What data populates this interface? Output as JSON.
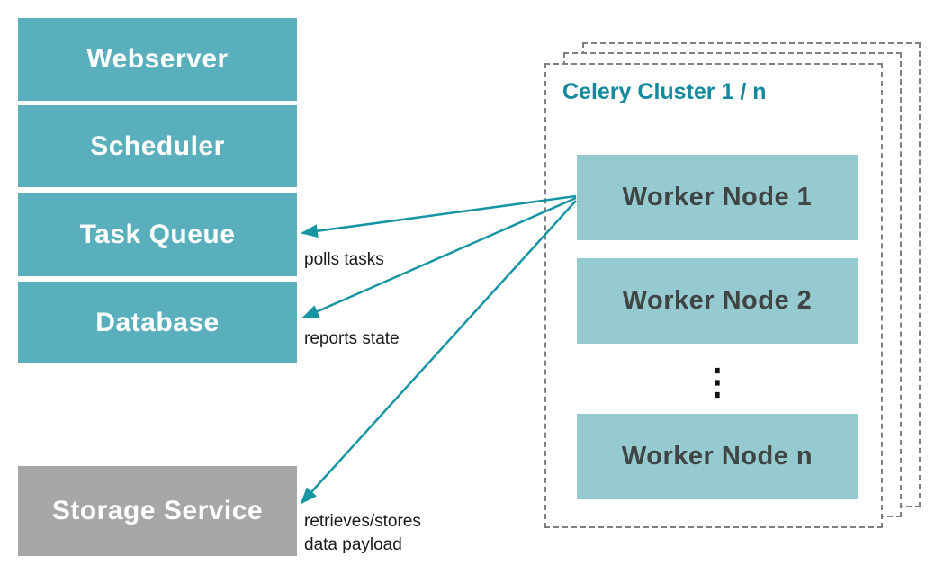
{
  "colors": {
    "primary_teal": "#5AAFBC",
    "worker_teal": "#96CAD1",
    "cluster_title_teal": "#13899D",
    "arrow_teal": "#1795A2",
    "storage_gray": "#A7A7A7",
    "dashed_border_gray": "#808080",
    "worker_text": "#3F4444",
    "box_text": "#FFFFFF",
    "edge_label_text": "#1A1A1A"
  },
  "left_column": {
    "boxes": [
      {
        "label": "Webserver"
      },
      {
        "label": "Scheduler"
      },
      {
        "label": "Task Queue"
      },
      {
        "label": "Database"
      }
    ]
  },
  "storage": {
    "label": "Storage Service"
  },
  "cluster": {
    "title": "Celery Cluster 1 / n",
    "workers": [
      {
        "label": "Worker Node 1"
      },
      {
        "label": "Worker Node 2"
      },
      {
        "label": "Worker Node n"
      }
    ],
    "ellipsis": "⋮"
  },
  "edges": [
    {
      "label": "polls tasks",
      "from": "Worker Node 1",
      "to": "Task Queue"
    },
    {
      "label": "reports state",
      "from": "Worker Node 1",
      "to": "Database"
    },
    {
      "label": "retrieves/stores\ndata payload",
      "from": "Worker Node 1",
      "to": "Storage Service"
    }
  ]
}
